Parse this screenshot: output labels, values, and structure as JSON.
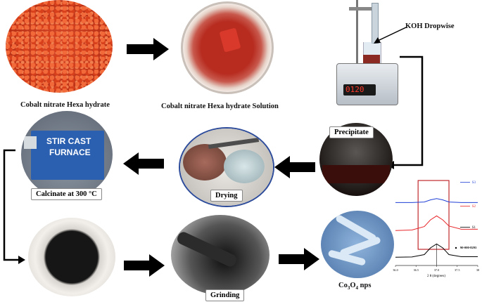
{
  "steps": {
    "cobalt_nitrate": "Cobalt nitrate Hexa hydrate",
    "solution": "Cobalt nitrate Hexa hydrate Solution",
    "koh": "KOH Dropwise",
    "precipitate": "Precipitate",
    "drying": "Drying",
    "calcinate": "Calcinate at 300 °C",
    "grinding": "Grinding",
    "product_prefix": "Co",
    "product_sub1": "3",
    "product_mid": "O",
    "product_sub2": "4",
    "product_suffix": " nps"
  },
  "furnace": {
    "line1": "STIR CAST",
    "line2": "FURNACE"
  },
  "hotplate": {
    "display": "0120"
  },
  "colors": {
    "arrow": "#000000",
    "s1": "#000000",
    "s2": "#e8262a",
    "s3": "#1f3fd6",
    "box": "#c0282d"
  },
  "chart_data": {
    "type": "line",
    "xlabel": "2 θ (degrees)",
    "xlim": [
      36.0,
      38.0
    ],
    "ticks": [
      "36.0",
      "36.5",
      "37.0",
      "37.5",
      "38"
    ],
    "series": [
      {
        "name": "S3",
        "x": [
          36.0,
          36.4,
          36.7,
          36.85,
          37.0,
          37.15,
          37.3,
          37.6,
          38.0
        ],
        "y": [
          3.0,
          3.0,
          3.02,
          3.1,
          3.15,
          3.1,
          3.02,
          3.0,
          3.0
        ]
      },
      {
        "name": "S2",
        "x": [
          36.0,
          36.4,
          36.7,
          36.85,
          37.0,
          37.15,
          37.3,
          37.6,
          38.0
        ],
        "y": [
          1.95,
          1.97,
          2.1,
          2.35,
          2.5,
          2.35,
          2.12,
          2.0,
          2.0
        ]
      },
      {
        "name": "S1",
        "x": [
          36.0,
          36.4,
          36.7,
          36.85,
          37.0,
          37.15,
          37.3,
          37.6,
          38.0
        ],
        "y": [
          0.95,
          0.96,
          1.05,
          1.3,
          1.45,
          1.3,
          1.05,
          0.97,
          0.97
        ]
      }
    ],
    "reference": {
      "label": "90-000-8293",
      "x": 37.0
    },
    "highlight_box": [
      36.55,
      37.3
    ]
  }
}
